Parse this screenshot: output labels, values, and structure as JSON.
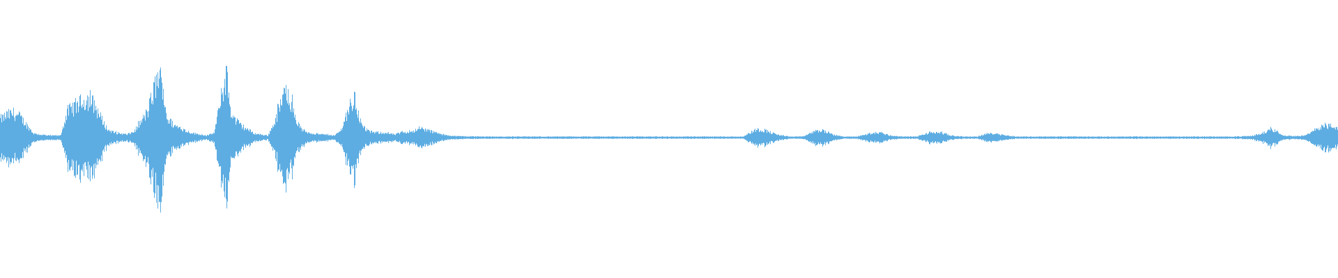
{
  "waveform": {
    "color": "#5dade2",
    "background": "#ffffff",
    "envelope": [
      [
        0,
        0.18
      ],
      [
        0.005,
        0.22
      ],
      [
        0.01,
        0.24
      ],
      [
        0.015,
        0.2
      ],
      [
        0.02,
        0.12
      ],
      [
        0.025,
        0.04
      ],
      [
        0.03,
        0.03
      ],
      [
        0.035,
        0.02
      ],
      [
        0.04,
        0.02
      ],
      [
        0.045,
        0.02
      ],
      [
        0.05,
        0.25
      ],
      [
        0.055,
        0.3
      ],
      [
        0.06,
        0.34
      ],
      [
        0.065,
        0.38
      ],
      [
        0.07,
        0.33
      ],
      [
        0.075,
        0.2
      ],
      [
        0.08,
        0.08
      ],
      [
        0.085,
        0.05
      ],
      [
        0.09,
        0.04
      ],
      [
        0.095,
        0.03
      ],
      [
        0.1,
        0.06
      ],
      [
        0.105,
        0.15
      ],
      [
        0.11,
        0.25
      ],
      [
        0.113,
        0.38
      ],
      [
        0.116,
        0.52
      ],
      [
        0.119,
        0.62
      ],
      [
        0.122,
        0.42
      ],
      [
        0.125,
        0.18
      ],
      [
        0.13,
        0.12
      ],
      [
        0.135,
        0.09
      ],
      [
        0.14,
        0.06
      ],
      [
        0.145,
        0.04
      ],
      [
        0.15,
        0.03
      ],
      [
        0.155,
        0.02
      ],
      [
        0.16,
        0.05
      ],
      [
        0.163,
        0.25
      ],
      [
        0.166,
        0.45
      ],
      [
        0.169,
        0.62
      ],
      [
        0.172,
        0.28
      ],
      [
        0.175,
        0.18
      ],
      [
        0.18,
        0.12
      ],
      [
        0.185,
        0.08
      ],
      [
        0.19,
        0.04
      ],
      [
        0.195,
        0.03
      ],
      [
        0.2,
        0.02
      ],
      [
        0.205,
        0.15
      ],
      [
        0.21,
        0.35
      ],
      [
        0.215,
        0.48
      ],
      [
        0.22,
        0.2
      ],
      [
        0.225,
        0.08
      ],
      [
        0.23,
        0.05
      ],
      [
        0.235,
        0.04
      ],
      [
        0.24,
        0.03
      ],
      [
        0.245,
        0.03
      ],
      [
        0.25,
        0.02
      ],
      [
        0.255,
        0.08
      ],
      [
        0.26,
        0.28
      ],
      [
        0.265,
        0.38
      ],
      [
        0.27,
        0.12
      ],
      [
        0.275,
        0.06
      ],
      [
        0.28,
        0.05
      ],
      [
        0.285,
        0.05
      ],
      [
        0.29,
        0.04
      ],
      [
        0.295,
        0.03
      ],
      [
        0.3,
        0.05
      ],
      [
        0.31,
        0.07
      ],
      [
        0.315,
        0.09
      ],
      [
        0.32,
        0.07
      ],
      [
        0.325,
        0.05
      ],
      [
        0.33,
        0.03
      ],
      [
        0.34,
        0.015
      ],
      [
        0.35,
        0.012
      ],
      [
        0.37,
        0.01
      ],
      [
        0.4,
        0.01
      ],
      [
        0.43,
        0.01
      ],
      [
        0.46,
        0.01
      ],
      [
        0.5,
        0.01
      ],
      [
        0.52,
        0.01
      ],
      [
        0.54,
        0.01
      ],
      [
        0.555,
        0.01
      ],
      [
        0.565,
        0.08
      ],
      [
        0.572,
        0.07
      ],
      [
        0.58,
        0.03
      ],
      [
        0.59,
        0.01
      ],
      [
        0.6,
        0.01
      ],
      [
        0.608,
        0.06
      ],
      [
        0.615,
        0.07
      ],
      [
        0.622,
        0.03
      ],
      [
        0.63,
        0.01
      ],
      [
        0.64,
        0.01
      ],
      [
        0.65,
        0.04
      ],
      [
        0.658,
        0.05
      ],
      [
        0.665,
        0.02
      ],
      [
        0.675,
        0.01
      ],
      [
        0.685,
        0.01
      ],
      [
        0.695,
        0.05
      ],
      [
        0.702,
        0.05
      ],
      [
        0.71,
        0.02
      ],
      [
        0.72,
        0.01
      ],
      [
        0.73,
        0.01
      ],
      [
        0.738,
        0.04
      ],
      [
        0.745,
        0.04
      ],
      [
        0.752,
        0.02
      ],
      [
        0.76,
        0.01
      ],
      [
        0.78,
        0.01
      ],
      [
        0.8,
        0.01
      ],
      [
        0.83,
        0.01
      ],
      [
        0.86,
        0.01
      ],
      [
        0.89,
        0.01
      ],
      [
        0.92,
        0.01
      ],
      [
        0.935,
        0.015
      ],
      [
        0.945,
        0.05
      ],
      [
        0.95,
        0.09
      ],
      [
        0.955,
        0.05
      ],
      [
        0.96,
        0.02
      ],
      [
        0.97,
        0.015
      ],
      [
        0.975,
        0.02
      ],
      [
        0.98,
        0.05
      ],
      [
        0.985,
        0.1
      ],
      [
        0.99,
        0.12
      ],
      [
        0.995,
        0.11
      ],
      [
        1,
        0.1
      ]
    ]
  }
}
